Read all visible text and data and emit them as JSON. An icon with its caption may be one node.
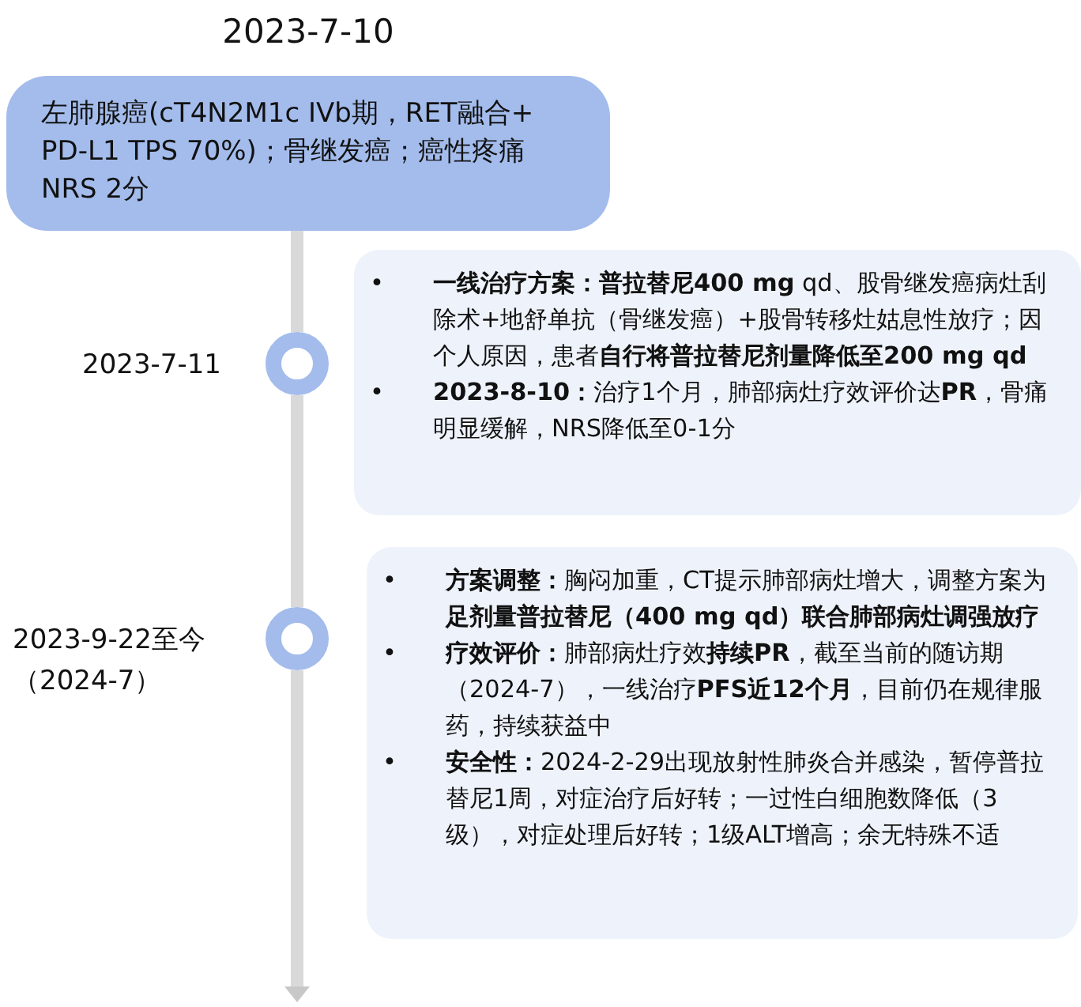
{
  "diagram": {
    "nodes": [
      {
        "text": [
          "2023-7-10",
          "左肺腺癌(cT4N2M1c IVb期，RET融合+ PD-L1 TPS 70%)；骨继发癌；癌性疼痛 NRS 2分"
        ]
      },
      {
        "text": [],
        "shape": "circle",
        "beside": [
          "2023-7-11"
        ]
      },
      {
        "text": [
          "**一线治疗方案：普拉替尼400 mg** qd、股骨继发癌病灶刮除术+地舒单抗（骨继发癌）+股骨转移灶姑息性放疗；因个人原因，患者**自行将普拉替尼剂量降低至200 mg qd**",
          "**2023-8-10：**治疗1个月，肺部病灶疗效评价达**PR**，骨痛明显缓解，NRS降低至0-1分"
        ]
      },
      {
        "text": [],
        "shape": "circle",
        "beside": [
          "2023-9-22至今（2024-7）"
        ]
      },
      {
        "text": [
          "**方案调整：**胸闷加重，CT提示肺部病灶增大，调整方案为**足剂量普拉替尼（400 mg qd）联合肺部病灶调强放疗**",
          "**疗效评价：**肺部病灶疗效**持续PR**，截至当前的随访期（2024-7），一线治疗**PFS近12个月**，目前仍在规律服药，持续获益中",
          "**安全性：**2024-2-29出现放射性肺炎合并感染，暂停普拉替尼1周，对症治疗后好转；一过性白细胞数降低（3级），对症处理后好转；1级ALT增高；余无特殊不适"
        ]
      }
    ],
    "edges": [
      {
        "from": 0,
        "to": 1,
        "arrow": "none"
      },
      {
        "from": 1,
        "to": 3,
        "arrow": "none"
      },
      {
        "from": 3,
        "to": null,
        "arrow": "to"
      }
    ],
    "labels": [
      "•",
      "•",
      "•",
      "•",
      "•"
    ]
  }
}
